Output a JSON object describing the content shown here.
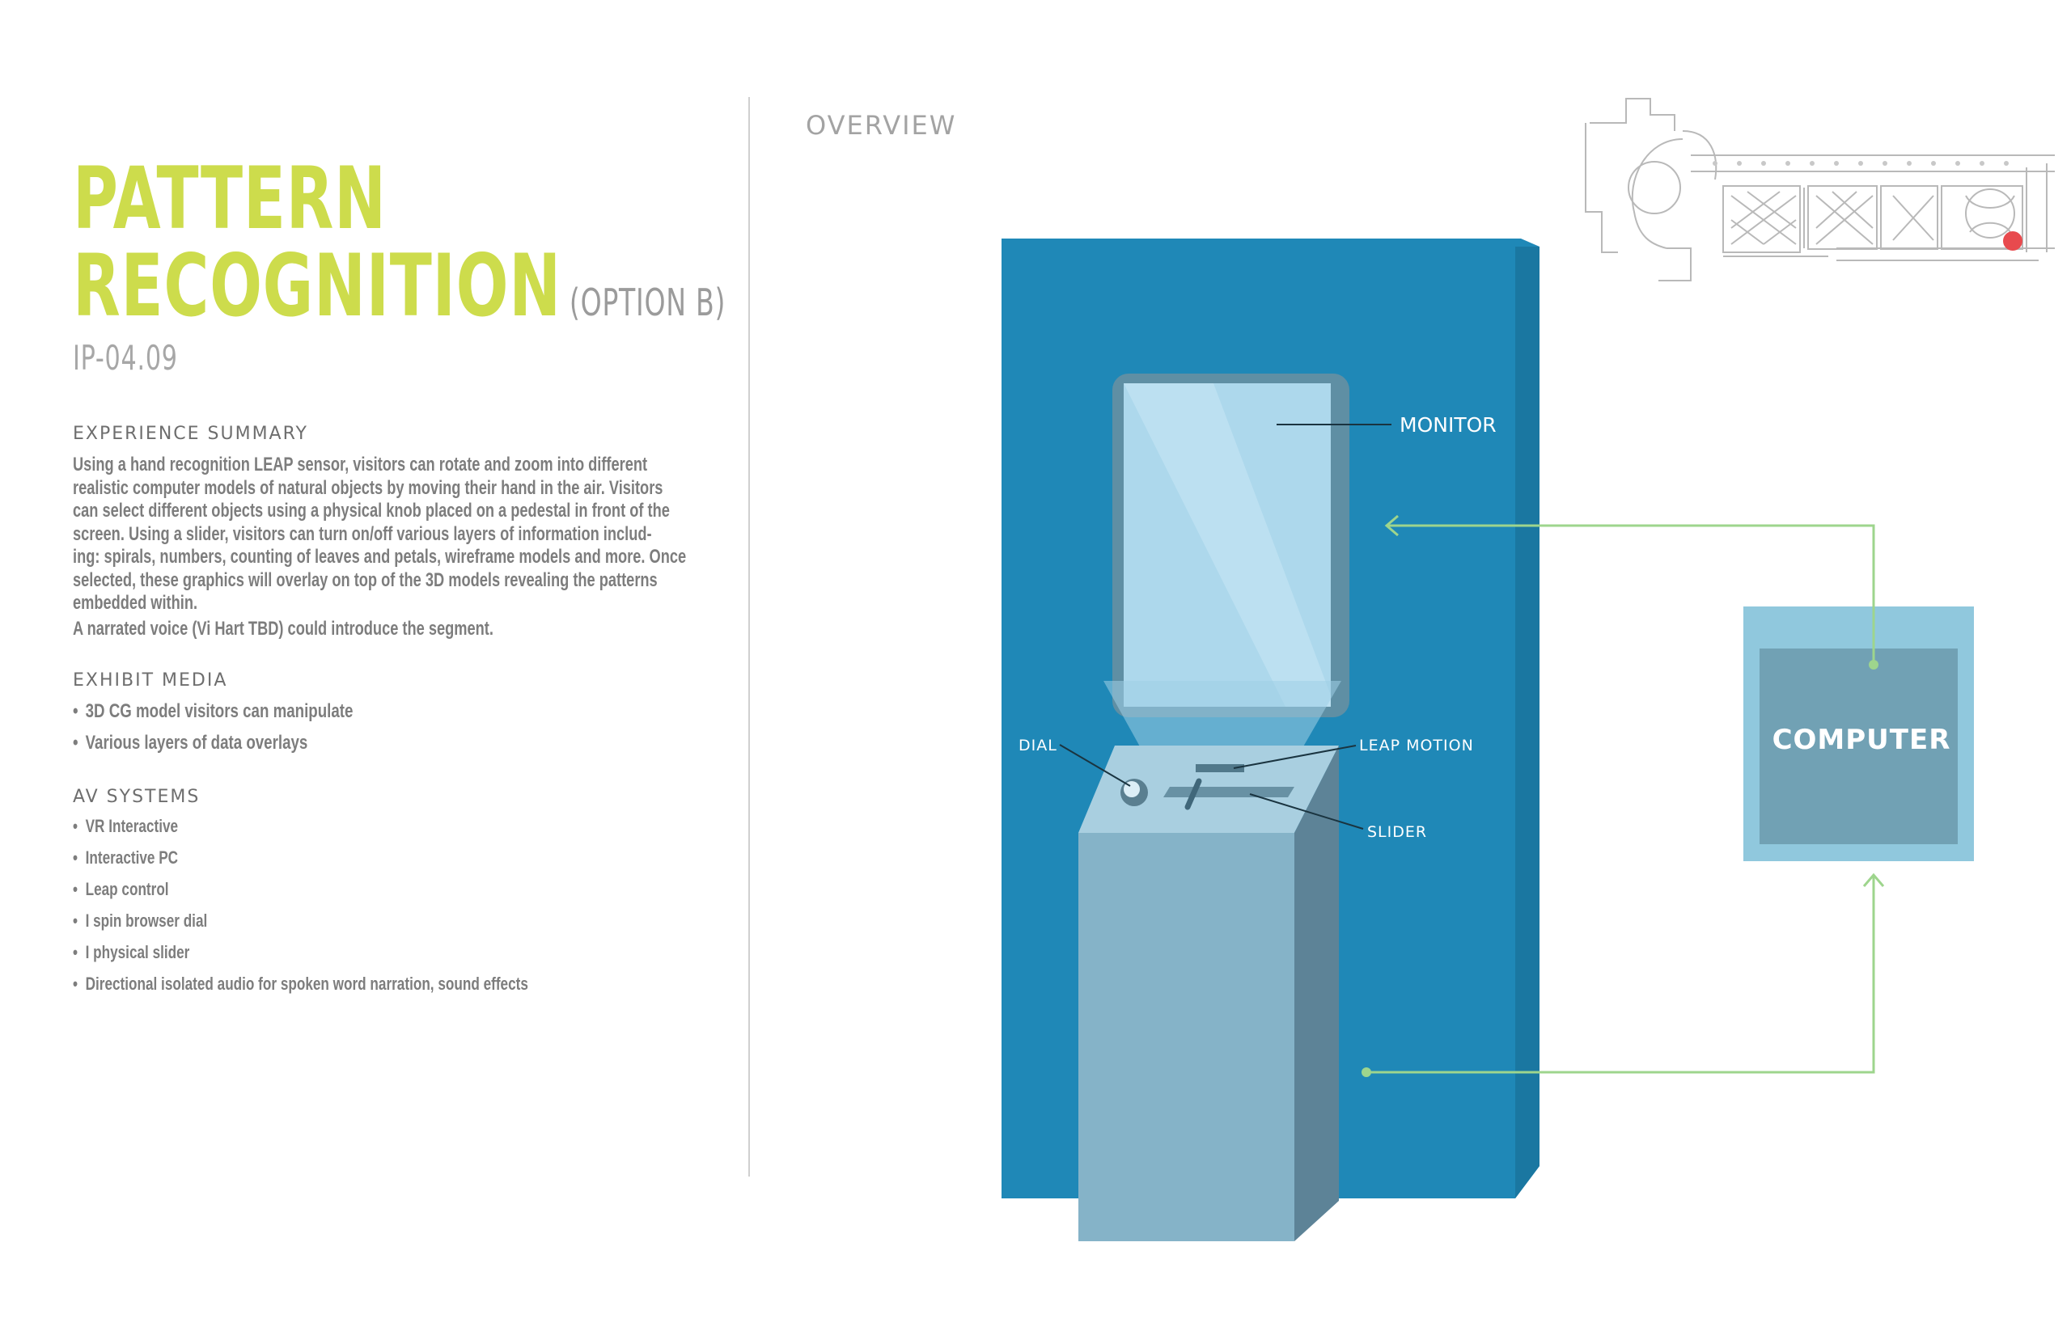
{
  "header": {
    "title_line1": "PATTERN",
    "title_line2": "RECOGNITION",
    "title_option": "(OPTION B)",
    "code": "IP-04.09"
  },
  "experience_summary": {
    "heading": "EXPERIENCE SUMMARY",
    "paragraph_lines": [
      "Using a hand recognition LEAP sensor, visitors can rotate and zoom into different",
      "realistic computer models of natural objects by moving their hand in the air. Visitors",
      "can select different objects using a physical knob placed on a pedestal in front of the",
      "screen. Using a slider, visitors can turn on/off various layers of information includ-",
      "ing: spirals, numbers, counting of leaves and petals, wireframe models and more. Once",
      "selected, these graphics will overlay on top of the 3D models revealing the patterns",
      "embedded within."
    ],
    "note": "A narrated voice (Vi Hart TBD) could introduce the segment."
  },
  "exhibit_media": {
    "heading": "EXHIBIT MEDIA",
    "items": [
      "3D CG model visitors can manipulate",
      "Various layers of data overlays"
    ]
  },
  "av_systems": {
    "heading": "AV SYSTEMS",
    "items": [
      "VR Interactive",
      "Interactive PC",
      "Leap control",
      "I spin browser dial",
      "I physical slider",
      "Directional isolated audio for spoken word narration, sound effects"
    ]
  },
  "overview": {
    "heading": "OVERVIEW",
    "callouts": {
      "monitor": "MONITOR",
      "dial": "DIAL",
      "leap_motion": "LEAP MOTION",
      "slider": "SLIDER",
      "computer": "COMPUTER"
    }
  },
  "colors": {
    "title_accent": "#cddc4c",
    "wall_blue": "#1f88b7",
    "pedestal_front": "#85b3c8",
    "pedestal_side": "#5d8397",
    "monitor_screen": "#add8ec",
    "computer_outer": "#90c8dd",
    "computer_inner": "#71a1b4",
    "connector_green": "#9ed58d",
    "location_marker": "#e84a4e"
  }
}
